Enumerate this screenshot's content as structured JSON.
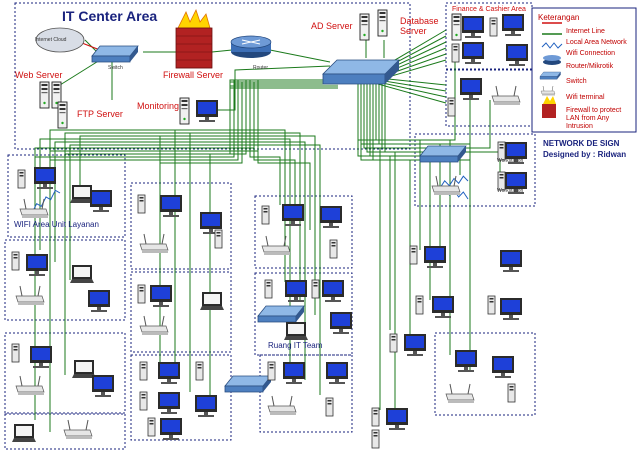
{
  "labels": {
    "it_center": "IT Center Area",
    "internet_cloud": "Internet Cloud",
    "switch_small": "Switch",
    "firewall_server": "Firewall Server",
    "router": "Router",
    "web_server": "Web Server",
    "ftp_server": "FTP Server",
    "monitoring": "Monitoring",
    "ad_server": "AD Server",
    "database_server": "Database Server",
    "finance_area": "Finance & Cashier Area",
    "wifi_area": "WIFI Area Unit Layanan",
    "ruang_it": "Ruang IT Team",
    "network_design": "NETWORK DE SIGN",
    "designed_by": "Designed by :  Ridwan",
    "workstation": "Workstation"
  },
  "legend": {
    "title": "Keterangan",
    "items": [
      {
        "label": "Internet Line",
        "color": "#d01010",
        "icon": "red-line"
      },
      {
        "label": "Local Area Network",
        "color": "#1b7a1b",
        "icon": "green-line"
      },
      {
        "label": "Wifi Connection",
        "color": "#1f5fbf",
        "icon": "wifi-zigzag"
      },
      {
        "label": "Router/Mikrotik",
        "color": "#3a6fb0",
        "icon": "router"
      },
      {
        "label": "Switch",
        "color": "#3a6fb0",
        "icon": "switch"
      },
      {
        "label": "Wifi terminal",
        "color": "#777777",
        "icon": "wifi-ap"
      },
      {
        "label": "Firewall to protect LAN from Any Intrusion",
        "color": "#b22222",
        "icon": "firewall"
      }
    ]
  },
  "colors": {
    "lan": "#1b7a1b",
    "internet": "#d01010",
    "wifi": "#1f5fbf",
    "zone_border": "#1a237e",
    "switch_fill": "#6fa8dc",
    "router_fill": "#3d6fb6"
  }
}
